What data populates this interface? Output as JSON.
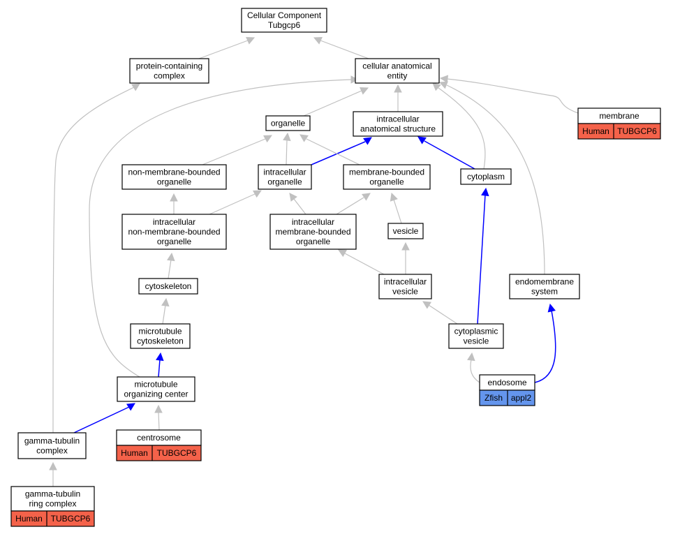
{
  "nodes": {
    "root": {
      "lines": [
        "Cellular Component",
        "Tubgcp6"
      ]
    },
    "protein_complex": {
      "lines": [
        "protein-containing",
        "complex"
      ]
    },
    "cellular_anatomical_entity": {
      "lines": [
        "cellular anatomical",
        "entity"
      ]
    },
    "organelle": {
      "lines": [
        "organelle"
      ]
    },
    "intracellular_anatomical_structure": {
      "lines": [
        "intracellular",
        "anatomical structure"
      ]
    },
    "membrane": {
      "lines": [
        "membrane"
      ],
      "tag": {
        "species": "Human",
        "gene": "TUBGCP6"
      }
    },
    "non_membrane_bounded_organelle": {
      "lines": [
        "non-membrane-bounded",
        "organelle"
      ]
    },
    "intracellular_organelle": {
      "lines": [
        "intracellular",
        "organelle"
      ]
    },
    "membrane_bounded_organelle": {
      "lines": [
        "membrane-bounded",
        "organelle"
      ]
    },
    "cytoplasm": {
      "lines": [
        "cytoplasm"
      ]
    },
    "intracellular_nmb_organelle": {
      "lines": [
        "intracellular",
        "non-membrane-bounded",
        "organelle"
      ]
    },
    "intracellular_mb_organelle": {
      "lines": [
        "intracellular",
        "membrane-bounded",
        "organelle"
      ]
    },
    "vesicle": {
      "lines": [
        "vesicle"
      ]
    },
    "cytoskeleton": {
      "lines": [
        "cytoskeleton"
      ]
    },
    "intracellular_vesicle": {
      "lines": [
        "intracellular",
        "vesicle"
      ]
    },
    "endomembrane_system": {
      "lines": [
        "endomembrane",
        "system"
      ]
    },
    "microtubule_cytoskeleton": {
      "lines": [
        "microtubule",
        "cytoskeleton"
      ]
    },
    "cytoplasmic_vesicle": {
      "lines": [
        "cytoplasmic",
        "vesicle"
      ]
    },
    "microtubule_organizing_center": {
      "lines": [
        "microtubule",
        "organizing center"
      ]
    },
    "endosome": {
      "lines": [
        "endosome"
      ],
      "tag": {
        "species": "Zfish",
        "gene": "appl2"
      }
    },
    "centrosome": {
      "lines": [
        "centrosome"
      ],
      "tag": {
        "species": "Human",
        "gene": "TUBGCP6"
      }
    },
    "gamma_tubulin_complex": {
      "lines": [
        "gamma-tubulin",
        "complex"
      ]
    },
    "gamma_tubulin_ring_complex": {
      "lines": [
        "gamma-tubulin",
        "ring complex"
      ],
      "tag": {
        "species": "Human",
        "gene": "TUBGCP6"
      }
    }
  },
  "edges": [
    {
      "from": "protein_complex",
      "to": "root",
      "kind": "is_a"
    },
    {
      "from": "cellular_anatomical_entity",
      "to": "root",
      "kind": "is_a"
    },
    {
      "from": "organelle",
      "to": "cellular_anatomical_entity",
      "kind": "is_a"
    },
    {
      "from": "intracellular_anatomical_structure",
      "to": "cellular_anatomical_entity",
      "kind": "is_a"
    },
    {
      "from": "membrane",
      "to": "cellular_anatomical_entity",
      "kind": "is_a"
    },
    {
      "from": "non_membrane_bounded_organelle",
      "to": "organelle",
      "kind": "is_a"
    },
    {
      "from": "intracellular_organelle",
      "to": "organelle",
      "kind": "is_a"
    },
    {
      "from": "intracellular_organelle",
      "to": "intracellular_anatomical_structure",
      "kind": "part_of"
    },
    {
      "from": "membrane_bounded_organelle",
      "to": "organelle",
      "kind": "is_a"
    },
    {
      "from": "cytoplasm",
      "to": "intracellular_anatomical_structure",
      "kind": "part_of"
    },
    {
      "from": "cytoplasm",
      "to": "cellular_anatomical_entity",
      "kind": "is_a"
    },
    {
      "from": "intracellular_nmb_organelle",
      "to": "non_membrane_bounded_organelle",
      "kind": "is_a"
    },
    {
      "from": "intracellular_nmb_organelle",
      "to": "intracellular_organelle",
      "kind": "is_a"
    },
    {
      "from": "intracellular_mb_organelle",
      "to": "intracellular_organelle",
      "kind": "is_a"
    },
    {
      "from": "intracellular_mb_organelle",
      "to": "membrane_bounded_organelle",
      "kind": "is_a"
    },
    {
      "from": "vesicle",
      "to": "membrane_bounded_organelle",
      "kind": "is_a"
    },
    {
      "from": "cytoskeleton",
      "to": "intracellular_nmb_organelle",
      "kind": "is_a"
    },
    {
      "from": "intracellular_vesicle",
      "to": "intracellular_mb_organelle",
      "kind": "is_a"
    },
    {
      "from": "intracellular_vesicle",
      "to": "vesicle",
      "kind": "is_a"
    },
    {
      "from": "endomembrane_system",
      "to": "cellular_anatomical_entity",
      "kind": "is_a"
    },
    {
      "from": "microtubule_cytoskeleton",
      "to": "cytoskeleton",
      "kind": "is_a"
    },
    {
      "from": "cytoplasmic_vesicle",
      "to": "intracellular_vesicle",
      "kind": "is_a"
    },
    {
      "from": "cytoplasmic_vesicle",
      "to": "cytoplasm",
      "kind": "part_of"
    },
    {
      "from": "microtubule_organizing_center",
      "to": "microtubule_cytoskeleton",
      "kind": "part_of"
    },
    {
      "from": "microtubule_organizing_center",
      "to": "cellular_anatomical_entity",
      "kind": "is_a"
    },
    {
      "from": "endosome",
      "to": "cytoplasmic_vesicle",
      "kind": "is_a"
    },
    {
      "from": "endosome",
      "to": "endomembrane_system",
      "kind": "part_of"
    },
    {
      "from": "centrosome",
      "to": "microtubule_organizing_center",
      "kind": "is_a"
    },
    {
      "from": "gamma_tubulin_complex",
      "to": "microtubule_organizing_center",
      "kind": "part_of"
    },
    {
      "from": "gamma_tubulin_complex",
      "to": "protein_complex",
      "kind": "is_a"
    },
    {
      "from": "gamma_tubulin_ring_complex",
      "to": "gamma_tubulin_complex",
      "kind": "is_a"
    }
  ],
  "colors": {
    "is_a": "#c0c0c0",
    "part_of": "#0000ff",
    "Human": "#f4624a",
    "Zfish": "#6495ed"
  }
}
